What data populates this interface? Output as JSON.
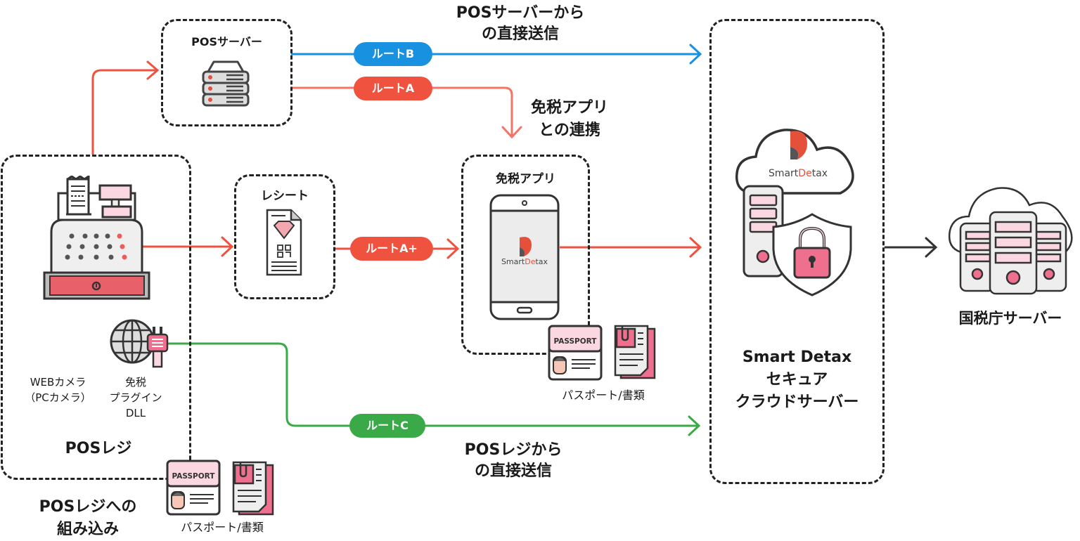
{
  "nodes": {
    "pos_server": {
      "title": "POSサーバー"
    },
    "pos_register": {
      "title": "POSレジ",
      "webcam_line1": "WEBカメラ",
      "webcam_line2": "（PCカメラ）",
      "plugin_line1": "免税",
      "plugin_line2": "プラグイン",
      "plugin_line3": "DLL"
    },
    "receipt": {
      "title": "レシート"
    },
    "tax_free_app": {
      "title": "免税アプリ",
      "app_brand_a": "Smart",
      "app_brand_b": "De",
      "app_brand_c": "tax"
    },
    "cloud_server": {
      "brand_a": "Smart",
      "brand_b": "De",
      "brand_c": "tax",
      "title_line1": "Smart Detax",
      "title_line2": "セキュア",
      "title_line3": "クラウドサーバー"
    },
    "nta_server": {
      "title": "国税庁サーバー"
    }
  },
  "routes": {
    "route_b": {
      "label": "ルートB",
      "color": "#1791e0"
    },
    "route_a": {
      "label": "ルートA",
      "color": "#ef5340"
    },
    "route_a_plus": {
      "label": "ルートA+",
      "color": "#ef5340"
    },
    "route_c": {
      "label": "ルートC",
      "color": "#3aaa48"
    }
  },
  "annotations": {
    "from_pos_server_line1": "POSサーバーから",
    "from_pos_server_line2": "の直接送信",
    "app_link_line1": "免税アプリ",
    "app_link_line2": "との連携",
    "from_pos_register_line1": "POSレジから",
    "from_pos_register_line2": "の直接送信",
    "embed_line1": "POSレジへの",
    "embed_line2": "組み込み"
  },
  "documents": {
    "passport_label": "PASSPORT",
    "caption_app": "パスポート/書類",
    "caption_register": "パスポート/書類"
  },
  "colors": {
    "accent_pink": "#ee6f8e",
    "light_pink": "#fbd7e2",
    "brand_red": "#e4503a",
    "connector_gray": "#333333"
  }
}
